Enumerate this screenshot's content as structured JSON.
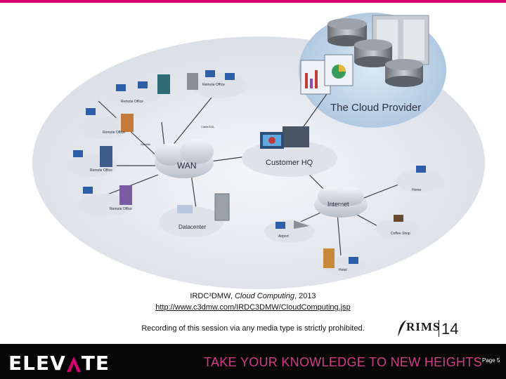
{
  "diagram": {
    "cloud_provider_label": "The Cloud Provider",
    "wan_label": "WAN",
    "customer_hq_label": "Customer HQ",
    "internet_label": "Internet",
    "datacenter_label": "Datacenter",
    "remote_office_label": "Remote Office",
    "home_label": "Home",
    "coffee_shop_label": "Coffee Shop",
    "hotel_label": "Hotel",
    "airport_label": "Airport",
    "cable_dsl_label": "Cable/DSL",
    "satellite_label": "Satellite"
  },
  "citation": {
    "line1_prefix": "IRDC³DMW, ",
    "line1_italic": "Cloud Computing",
    "line1_suffix": ", 2013",
    "url": "http://www.c3dmw.com/IRDC3DMW/CloudComputing.jsp"
  },
  "notice": "Recording of this session via any media type is strictly prohibited.",
  "rims": {
    "word": "RIMS",
    "year": "14"
  },
  "footer": {
    "logo_part1": "ELEV",
    "logo_part2": "TE",
    "tagline": "TAKE YOUR KNOWLEDGE TO NEW HEIGHTS",
    "page_label": "Page 5"
  },
  "colors": {
    "accent": "#d6006e",
    "tagline": "#d23b86",
    "footer_bg": "#060606"
  }
}
